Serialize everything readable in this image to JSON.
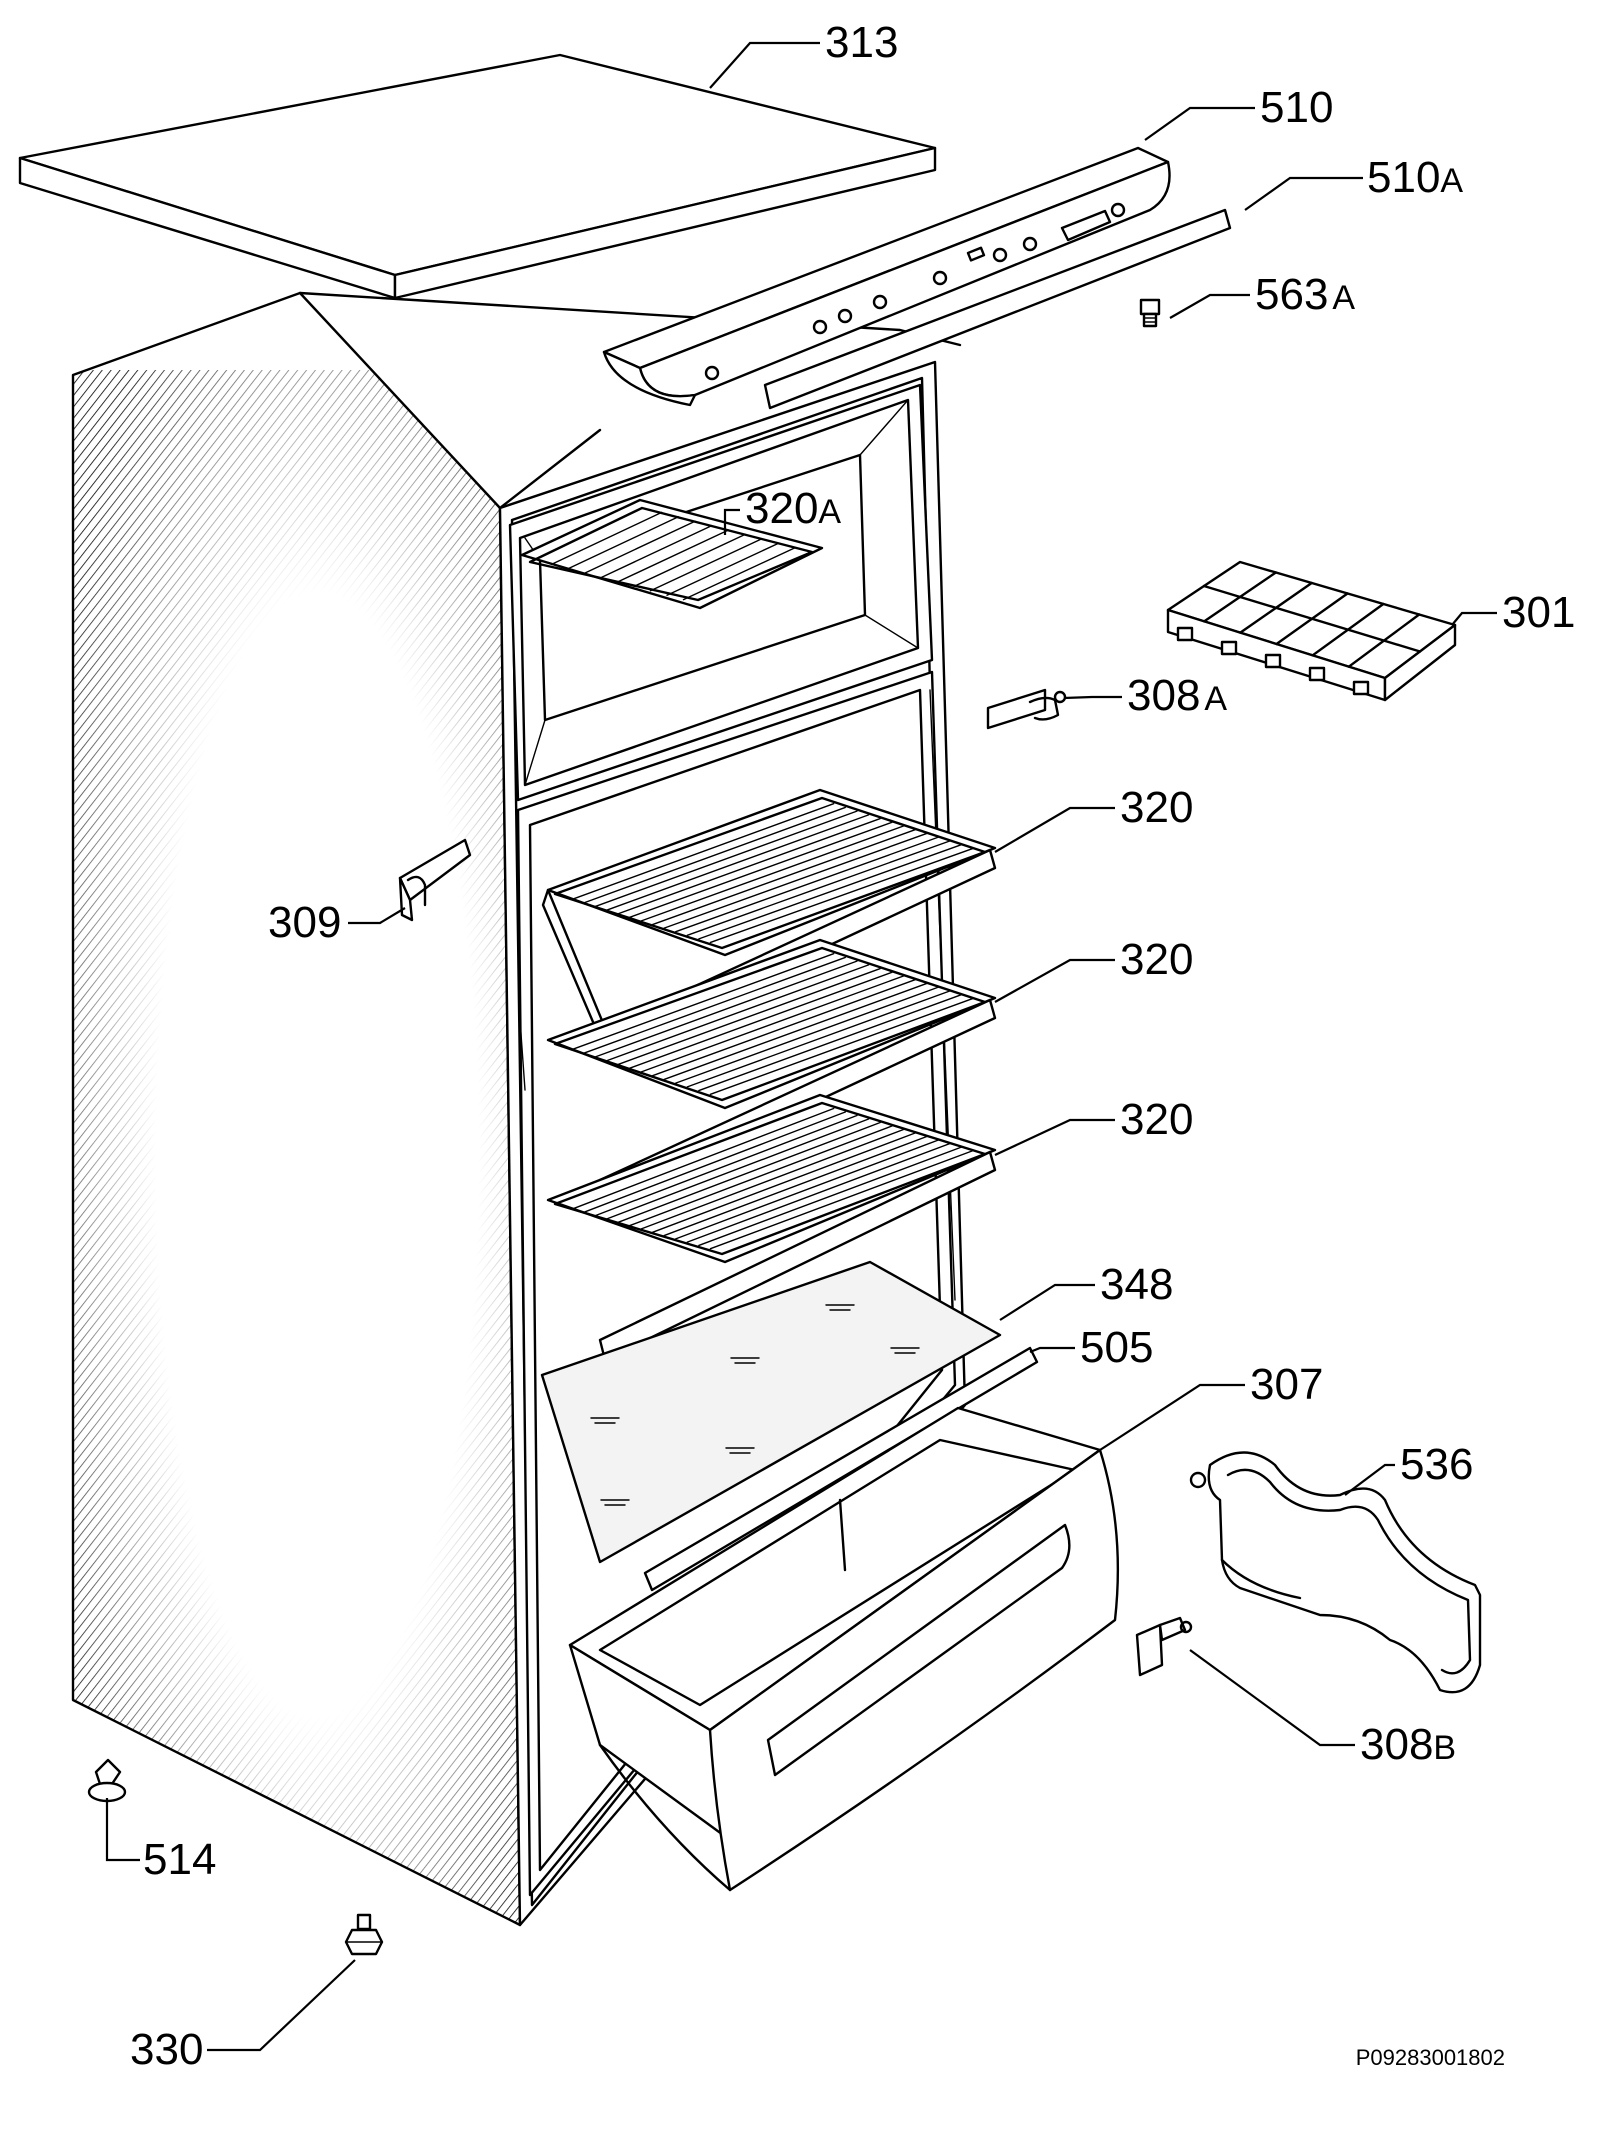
{
  "diagram": {
    "drawing_number": "P09283001802",
    "callouts": {
      "c313": {
        "number": "313",
        "suffix": ""
      },
      "c510": {
        "number": "510",
        "suffix": ""
      },
      "c510A": {
        "number": "510",
        "suffix": "A"
      },
      "c563A": {
        "number": "563",
        "suffix": "A"
      },
      "c320A": {
        "number": "320",
        "suffix": "A"
      },
      "c301": {
        "number": "301",
        "suffix": ""
      },
      "c308A": {
        "number": "308",
        "suffix": "A"
      },
      "c320a": {
        "number": "320",
        "suffix": ""
      },
      "c309": {
        "number": "309",
        "suffix": ""
      },
      "c320b": {
        "number": "320",
        "suffix": ""
      },
      "c320c": {
        "number": "320",
        "suffix": ""
      },
      "c348": {
        "number": "348",
        "suffix": ""
      },
      "c505": {
        "number": "505",
        "suffix": ""
      },
      "c307": {
        "number": "307",
        "suffix": ""
      },
      "c536": {
        "number": "536",
        "suffix": ""
      },
      "c308B": {
        "number": "308",
        "suffix": "B"
      },
      "c514": {
        "number": "514",
        "suffix": ""
      },
      "c330": {
        "number": "330",
        "suffix": ""
      }
    }
  }
}
